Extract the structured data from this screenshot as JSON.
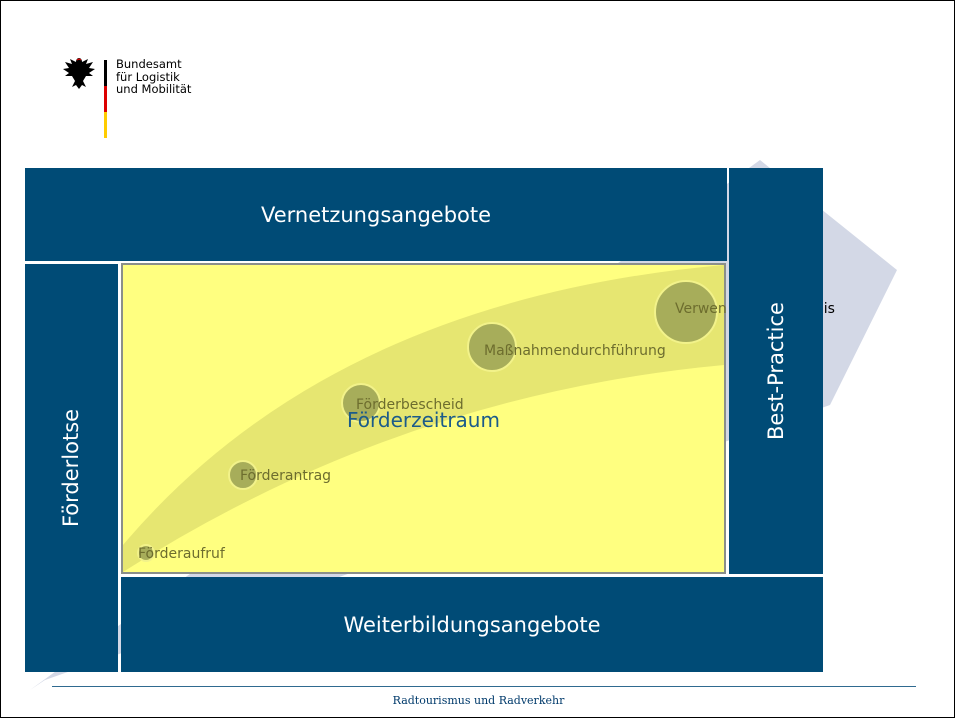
{
  "header": {
    "logo_lines": [
      "Bundesamt",
      "für Logistik",
      "und Mobilität"
    ]
  },
  "panels": {
    "top": "Vernetzungsangebote",
    "left": "Förderlotse",
    "right": "Best-Practice",
    "bottom": "Weiterbildungsangebote"
  },
  "center": {
    "title": "Förderzeitraum"
  },
  "stages": [
    {
      "label": "Förderaufruf"
    },
    {
      "label": "Förderantrag"
    },
    {
      "label": "Förderbescheid"
    },
    {
      "label": "Maßnahmendurchführung"
    },
    {
      "label": "Verwendungsnachweis"
    }
  ],
  "footer": {
    "text": "Radtourismus und Radverkehr"
  },
  "colors": {
    "panel": "#004b76",
    "field": "#ffff80",
    "arrow": "#d3d8e6",
    "bubble": "#a7ad5a"
  }
}
